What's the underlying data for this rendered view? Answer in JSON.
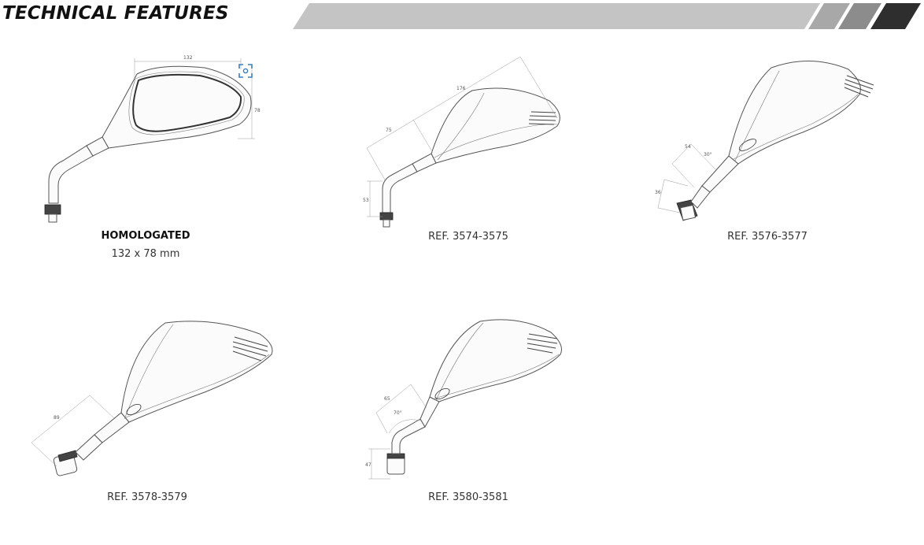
{
  "header": {
    "title": "TECHNICAL FEATURES"
  },
  "colors": {
    "banner_light": "#c4c4c4",
    "banner_mid": "#8c8c8c",
    "banner_dark": "#2e2e2e",
    "focus_icon": "#3a7fc0"
  },
  "products": [
    {
      "caption": "HOMOLOGATED",
      "subcaption": "132 x 78 mm",
      "dims": {
        "width": "132",
        "height": "78"
      }
    },
    {
      "caption": "REF. 3574-3575",
      "dims": {
        "length": "176",
        "height": "75",
        "stem": "53"
      }
    },
    {
      "caption": "REF. 3576-3577",
      "dims": {
        "a": "54",
        "angle": "30°",
        "b": "36"
      }
    },
    {
      "caption": "REF. 3578-3579",
      "dims": {
        "a": "89"
      }
    },
    {
      "caption": "REF. 3580-3581",
      "dims": {
        "a": "65",
        "angle": "70°",
        "b": "47"
      }
    }
  ]
}
